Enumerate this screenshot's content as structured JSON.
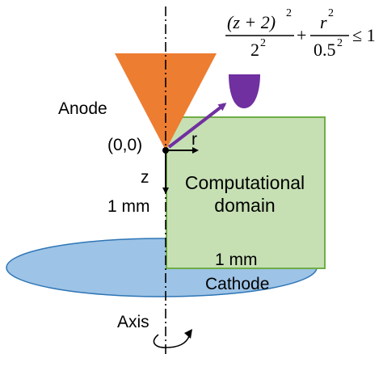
{
  "labels": {
    "anode": "Anode",
    "origin": "(0,0)",
    "r_axis": "r",
    "z_axis": "z",
    "left_dimension": "1 mm",
    "domain_line1": "Computational",
    "domain_line2": "domain",
    "bottom_dimension": "1 mm",
    "cathode": "Cathode",
    "axis": "Axis"
  },
  "equation": {
    "term1_numerator": "(z + 2)",
    "term1_exponent": "2",
    "term1_denominator": "2",
    "term1_denominator_exponent": "2",
    "plus": "+",
    "term2_numerator": "r",
    "term2_exponent": "2",
    "term2_denominator": "0.5",
    "term2_denominator_exponent": "2",
    "relation": "≤ 1"
  },
  "colors": {
    "anode_fill": "#ED7D31",
    "domain_fill": "#C6E0B4",
    "domain_stroke": "#70AD47",
    "cathode_fill": "#9DC3E6",
    "cathode_stroke": "#2E75B6",
    "plasma_fill": "#7030A0",
    "arrow_color": "#7030A0"
  }
}
